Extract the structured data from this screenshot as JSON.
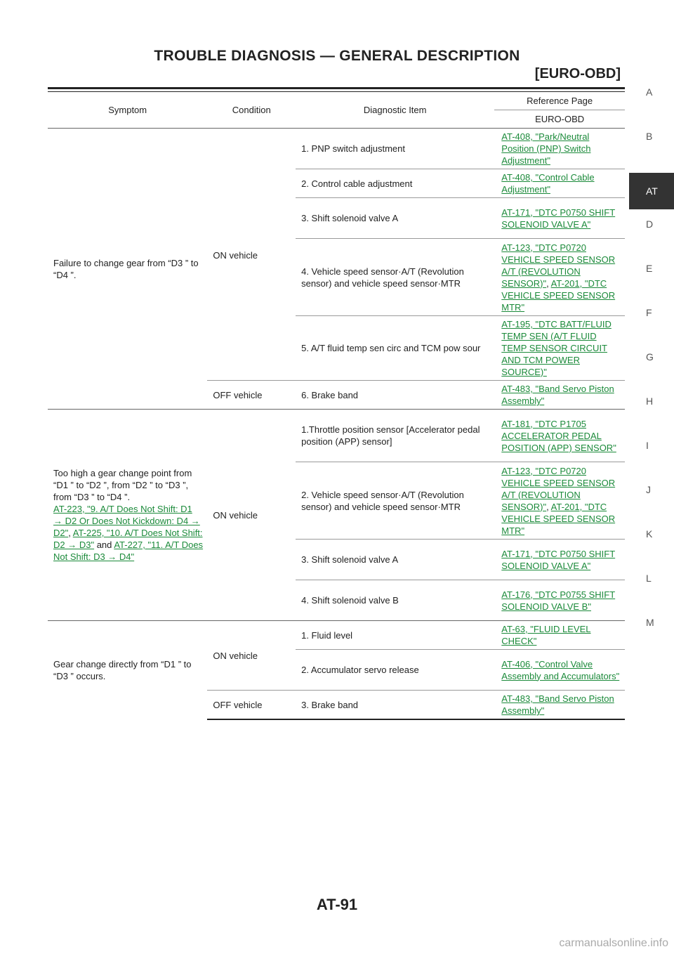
{
  "header": {
    "title": "TROUBLE DIAGNOSIS — GENERAL DESCRIPTION",
    "subtitle": "[EURO-OBD]"
  },
  "side_tabs": [
    "A",
    "B",
    "AT",
    "D",
    "E",
    "F",
    "G",
    "H",
    "I",
    "J",
    "K",
    "L",
    "M"
  ],
  "active_tab": "AT",
  "table": {
    "headers": {
      "symptom": "Symptom",
      "condition": "Condition",
      "diagnostic": "Diagnostic Item",
      "reference": "Reference Page",
      "reference_sub": "EURO-OBD"
    },
    "g1": {
      "symptom": "Failure to change gear from “D3 ” to “D4 ”.",
      "cond_on": "ON vehicle",
      "cond_off": "OFF vehicle",
      "rows": [
        {
          "diag": "1. PNP switch adjustment",
          "ref": "AT-408, \"Park/Neutral Position (PNP) Switch Adjustment\""
        },
        {
          "diag": "2. Control cable adjustment",
          "ref": "AT-408, \"Control Cable Adjustment\""
        },
        {
          "diag": "3. Shift solenoid valve A",
          "ref": "AT-171, \"DTC P0750 SHIFT SOLENOID VALVE A\""
        },
        {
          "diag": "4. Vehicle speed sensor·A/T (Revolution sensor) and vehicle speed sensor·MTR",
          "ref": "AT-123, \"DTC P0720 VEHICLE SPEED SENSOR A/T (REVOLUTION SENSOR)\"",
          "ref2": "AT-201, \"DTC VEHICLE SPEED SENSOR MTR\""
        },
        {
          "diag": "5. A/T fluid temp sen circ and TCM pow sour",
          "ref": "AT-195, \"DTC BATT/FLUID TEMP SEN (A/T FLUID TEMP SENSOR CIRCUIT AND TCM POWER SOURCE)\""
        },
        {
          "diag": "6. Brake band",
          "ref": "AT-483, \"Band Servo Piston Assembly\""
        }
      ]
    },
    "g2": {
      "symptom": "Too high a gear change point from “D1 ” to “D2 ”, from “D2 ” to “D3 ”, from “D3 ” to “D4 ”.",
      "sym_link1": "AT-223, \"9. A/T Does Not Shift: D1 → D2 Or Does Not Kickdown: D4 → D2\"",
      "sym_link2": "AT-225, \"10. A/T Does Not Shift: D2 → D3\"",
      "sym_and": "and",
      "sym_link3": "AT-227, \"11. A/T Does Not Shift: D3 → D4\"",
      "cond_on": "ON vehicle",
      "rows": [
        {
          "diag": "1.Throttle position sensor [Accelerator pedal position (APP) sensor]",
          "ref": "AT-181, \"DTC P1705 ACCELERATOR PEDAL POSITION (APP) SENSOR\""
        },
        {
          "diag": "2. Vehicle speed sensor·A/T (Revolution sensor) and vehicle speed sensor·MTR",
          "ref": "AT-123, \"DTC P0720 VEHICLE SPEED SENSOR A/T (REVOLUTION SENSOR)\"",
          "ref2": "AT-201, \"DTC VEHICLE SPEED SENSOR MTR\""
        },
        {
          "diag": "3. Shift solenoid valve A",
          "ref": "AT-171, \"DTC P0750 SHIFT SOLENOID VALVE A\""
        },
        {
          "diag": "4. Shift solenoid valve B",
          "ref": "AT-176, \"DTC P0755 SHIFT SOLENOID VALVE B\""
        }
      ]
    },
    "g3": {
      "symptom": "Gear change directly from “D1 ” to “D3 ” occurs.",
      "cond_on": "ON vehicle",
      "cond_off": "OFF vehicle",
      "rows": [
        {
          "diag": "1. Fluid level",
          "ref": "AT-63, \"FLUID LEVEL CHECK\""
        },
        {
          "diag": "2. Accumulator servo release",
          "ref": "AT-406, \"Control Valve Assembly and Accumulators\""
        },
        {
          "diag": "3. Brake band",
          "ref": "AT-483, \"Band Servo Piston Assembly\""
        }
      ]
    }
  },
  "footer": {
    "page": "AT-91",
    "watermark": "carmanualsonline.info"
  },
  "colors": {
    "link": "#1b8a3a",
    "active_tab_bg": "#333333"
  }
}
